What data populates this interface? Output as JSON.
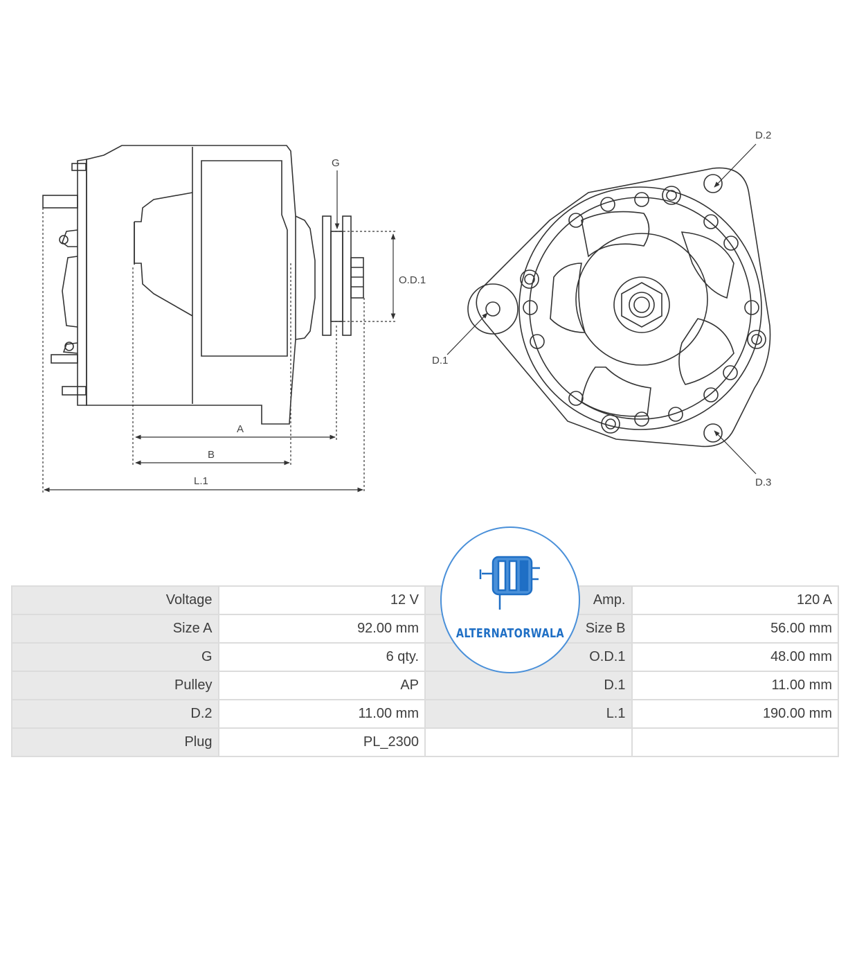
{
  "diagram": {
    "labels": {
      "g": "G",
      "od1": "O.D.1",
      "a": "A",
      "b": "B",
      "l1": "L.1",
      "d1": "D.1",
      "d2": "D.2",
      "d3": "D.3"
    }
  },
  "logo": {
    "text": "ALTERNATORWALA"
  },
  "specs": [
    [
      {
        "label": "Voltage",
        "value": "12 V"
      },
      {
        "label": "Amp.",
        "value": "120 A"
      }
    ],
    [
      {
        "label": "Size A",
        "value": "92.00 mm"
      },
      {
        "label": "Size B",
        "value": "56.00 mm"
      }
    ],
    [
      {
        "label": "G",
        "value": "6 qty."
      },
      {
        "label": "O.D.1",
        "value": "48.00 mm"
      }
    ],
    [
      {
        "label": "Pulley",
        "value": "AP"
      },
      {
        "label": "D.1",
        "value": "11.00 mm"
      }
    ],
    [
      {
        "label": "D.2",
        "value": "11.00 mm"
      },
      {
        "label": "L.1",
        "value": "190.00 mm"
      }
    ],
    [
      {
        "label": "Plug",
        "value": "PL_2300"
      },
      {
        "label": "",
        "value": ""
      }
    ]
  ]
}
